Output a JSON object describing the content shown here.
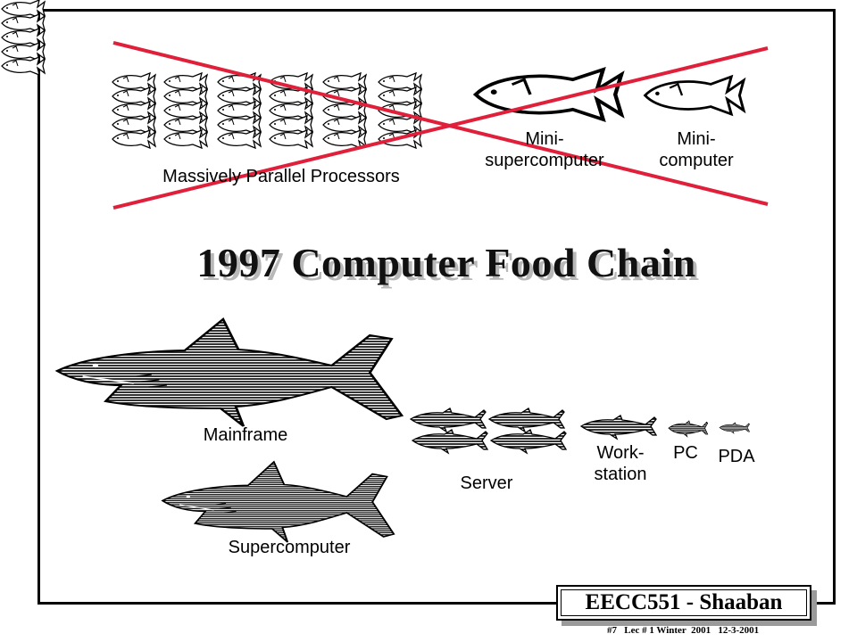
{
  "slide": {
    "title": "1997 Computer Food Chain",
    "crossed_out": {
      "mpp_label": "Massively Parallel Processors",
      "mini_super_label": "Mini-\nsupercomputer",
      "mini_label": "Mini-\ncomputer",
      "cross_color": "#e0203a"
    },
    "current": {
      "mainframe_label": "Mainframe",
      "supercomputer_label": "Supercomputer",
      "server_label": "Server",
      "workstation_label": "Work-\nstation",
      "pc_label": "PC",
      "pda_label": "PDA"
    },
    "footer": {
      "box_label": "EECC551  - Shaaban",
      "note": "#7   Lec # 1 Winter  2001   12-3-2001"
    },
    "icons": [
      "shark-icon",
      "fish-icon"
    ]
  }
}
